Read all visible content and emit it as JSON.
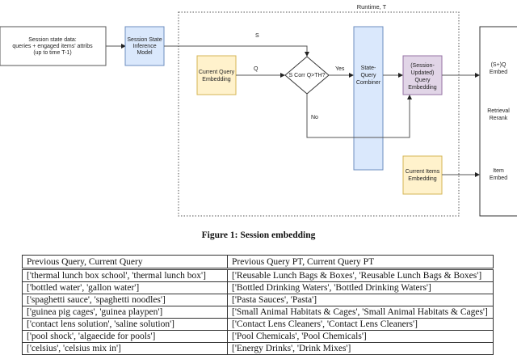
{
  "diagram": {
    "runtime_label": "Runtime, T",
    "session_data": [
      "Session state data:",
      "queries  + engaged items' attribs",
      "(up to time T-1)"
    ],
    "inference_model": [
      "Session State",
      "Inference",
      "Model"
    ],
    "current_query": [
      "Current Query",
      "Embedding"
    ],
    "decision": "S Corr Q>TH?",
    "s_label": "S",
    "q_label": "Q",
    "yes_label": "Yes",
    "no_label": "No",
    "combiner": [
      "State-",
      "Query",
      "Combiner"
    ],
    "updated_query": [
      "(Session-",
      "Updated)",
      "Query",
      "Embedding"
    ],
    "current_items": [
      "Current Items",
      "Embedding"
    ],
    "panel": {
      "sq_embed": [
        "(S+)Q",
        "Embed"
      ],
      "retrieval": [
        "Retrieval",
        "Rerank"
      ],
      "item_embed": [
        "Item",
        "Embed"
      ]
    },
    "colors": {
      "blue": "#dae8fc",
      "blue_border": "#6c8ebf",
      "yellow": "#fff2cc",
      "yellow_border": "#d6b656",
      "purple": "#e1d5e7",
      "purple_border": "#9673a6"
    }
  },
  "caption": "Figure 1: Session embedding",
  "table": {
    "headers": [
      "Previous Query, Current Query",
      "Previous Query PT, Current Query PT"
    ],
    "rows": [
      [
        "['thermal lunch box school', 'thermal lunch box']",
        "['Reusable Lunch Bags & Boxes', 'Reusable Lunch Bags & Boxes']"
      ],
      [
        "['bottled water', 'gallon water']",
        "['Bottled Drinking Waters', 'Bottled Drinking Waters']"
      ],
      [
        "['spaghetti sauce', 'spaghetti noodles']",
        "['Pasta Sauces', 'Pasta']"
      ],
      [
        "['guinea pig cages', 'guinea playpen']",
        "['Small Animal Habitats & Cages', 'Small Animal Habitats & Cages']"
      ],
      [
        "['contact lens solution', 'saline solution']",
        "['Contact Lens Cleaners', 'Contact Lens Cleaners']"
      ],
      [
        "['pool shock', 'algaecide for pools']",
        "['Pool Chemicals', 'Pool Chemicals']"
      ],
      [
        "['celsius', 'celsius mix in']",
        "['Energy Drinks', 'Drink Mixes']"
      ]
    ]
  }
}
